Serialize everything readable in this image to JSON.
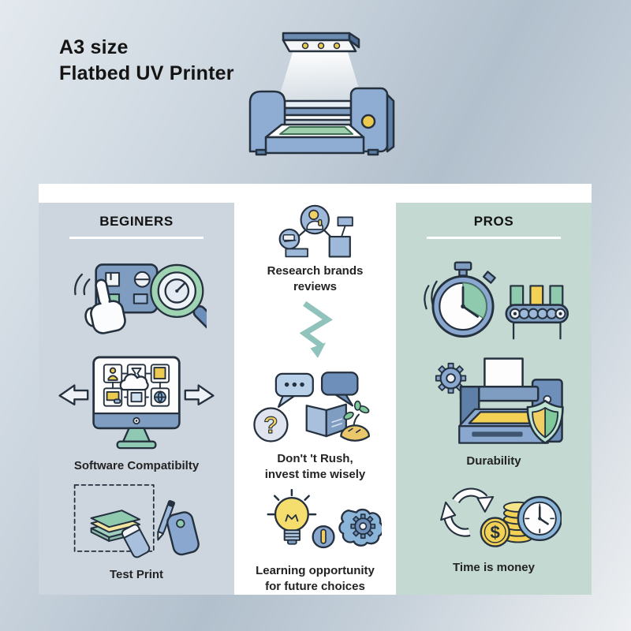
{
  "title": {
    "line1": "A3 size",
    "line2": "Flatbed UV Printer"
  },
  "hero_icon": "flatbed-uv-printer-with-uv-lamp",
  "columns": {
    "beginners": {
      "header": "BEGINERS",
      "items": [
        {
          "icon": "touch-panel-and-magnifier"
        },
        {
          "icon": "software-monitor-with-arrows",
          "label": "Software Compatibilty"
        },
        {
          "icon": "test-materials-phone-pen-case",
          "label": "Test Print"
        }
      ]
    },
    "middle": {
      "items": [
        {
          "icon": "research-flowchart-person",
          "label1": "Research brands",
          "label2": "reviews"
        },
        {
          "icon": "zigzag-arrow-down"
        },
        {
          "icon": "chat-bubbles-book-plant",
          "label1": "Don't 't Rush,",
          "label2": "invest time wisely"
        },
        {
          "icon": "lightbulb-and-brain-gear",
          "label1": "Learning opportunity",
          "label2": "for future choices"
        }
      ]
    },
    "pros": {
      "header": "PROS",
      "items": [
        {
          "icon": "stopwatch-and-conveyor"
        },
        {
          "icon": "printer-gear-shield",
          "label": "Durability"
        },
        {
          "icon": "cycle-coins-clock",
          "label": "Time is money"
        }
      ]
    }
  },
  "icons": {
    "question_glyph": "?",
    "dollar_glyph": "$"
  },
  "colors": {
    "background_light": "#e3e9ee",
    "background_blue_gray": "#b2c0cd",
    "panel": "#ffffff",
    "beginners_column": "#cdd6df",
    "pros_column": "#c3d9d1",
    "steel_blue": "#7f9dc0",
    "light_blue": "#9db8d8",
    "navy_outline": "#25313f",
    "accent_yellow": "#f2d154",
    "accent_green": "#8fc9ae",
    "teal_arrow": "#8fc3bb",
    "text": "#232323"
  }
}
